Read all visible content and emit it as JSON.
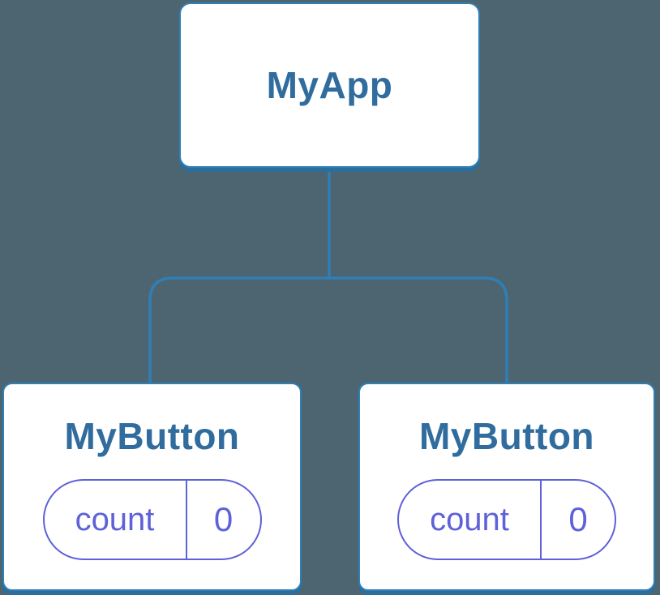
{
  "diagram": {
    "type": "component-tree",
    "root": {
      "label": "MyApp"
    },
    "children": [
      {
        "label": "MyButton",
        "state": {
          "key": "count",
          "value": "0"
        }
      },
      {
        "label": "MyButton",
        "state": {
          "key": "count",
          "value": "0"
        }
      }
    ]
  },
  "colors": {
    "background": "#4C6570",
    "box_border": "#2F7FB5",
    "box_shadow": "#2C6D9B",
    "title_text": "#306C9D",
    "state_accent": "#5E61D7",
    "box_fill": "#FFFFFF"
  }
}
